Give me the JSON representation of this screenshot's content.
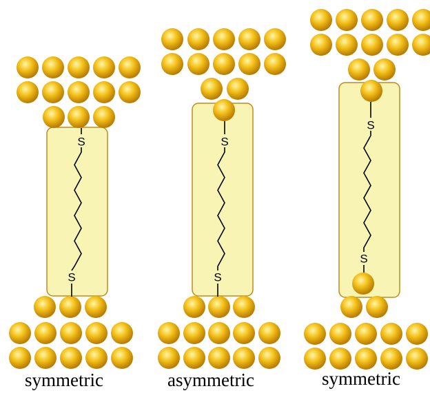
{
  "colors": {
    "gold_highlight": "#fff6a8",
    "gold_mid": "#f4c21c",
    "gold_shadow": "#b87a00",
    "box_fill": "#f7f4b4",
    "box_stroke": "#c08a1a",
    "chain": "#000000"
  },
  "atom_label": "S",
  "panels": [
    {
      "id": "left",
      "caption": "symmetric"
    },
    {
      "id": "middle",
      "caption": "asymmetric"
    },
    {
      "id": "right",
      "caption": "symmetric"
    }
  ]
}
